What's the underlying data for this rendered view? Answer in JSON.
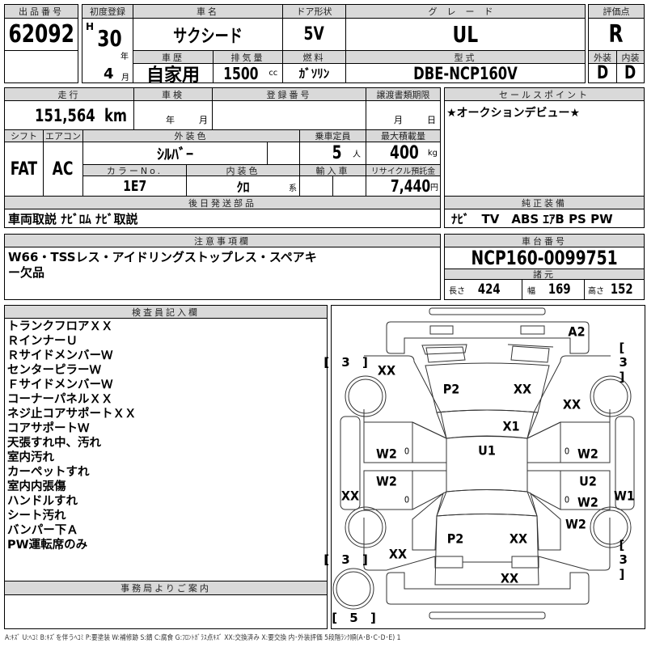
{
  "lot": {
    "label": "出品番号",
    "value": "62092"
  },
  "first_reg": {
    "label": "初度登録",
    "era": "H",
    "year": "30",
    "year_unit": "年",
    "month": "4",
    "month_unit": "月"
  },
  "car_name": {
    "label": "車名",
    "value": "サクシード"
  },
  "doors": {
    "label": "ドア形状",
    "value": "5V"
  },
  "grade": {
    "label": "グレード",
    "value": "UL"
  },
  "history": {
    "label": "車歴",
    "value": "自家用"
  },
  "displacement": {
    "label": "排気量",
    "value": "1500",
    "unit": "cc"
  },
  "fuel": {
    "label": "燃料",
    "value": "ｶﾞｿﾘﾝ"
  },
  "model_code": {
    "label": "型式",
    "value": "DBE-NCP160V"
  },
  "score": {
    "label": "評価点",
    "value": "R",
    "exterior_label": "外装",
    "interior_label": "内装",
    "exterior": "D",
    "interior": "D"
  },
  "mileage": {
    "label": "走行",
    "value": "151,564",
    "unit": "km"
  },
  "inspection": {
    "label": "車検",
    "year_unit": "年",
    "month_unit": "月"
  },
  "reg_number": {
    "label": "登録番号"
  },
  "transfer_deadline": {
    "label": "譲渡書類期限",
    "month_unit": "月",
    "day_unit": "日"
  },
  "shift": {
    "label": "シフト",
    "value": "FAT"
  },
  "aircon": {
    "label": "エアコン",
    "value": "AC"
  },
  "ext_color": {
    "label": "外装色",
    "value": "ｼﾙﾊﾞｰ"
  },
  "capacity": {
    "label": "乗車定員",
    "value": "5",
    "unit": "人"
  },
  "max_load": {
    "label": "最大積載量",
    "value": "400",
    "unit": "kg"
  },
  "color_no": {
    "label": "カラーNo.",
    "value": "1E7"
  },
  "int_color": {
    "label": "内装色",
    "value": "ｸﾛ",
    "suffix": "系"
  },
  "import": {
    "label": "輸入車"
  },
  "recycle": {
    "label": "リサイクル預託金",
    "value": "7,440",
    "unit": "円"
  },
  "later_parts": {
    "label": "後日発送部品",
    "value": "車両取説 ﾅﾋﾞﾛﾑ ﾅﾋﾞ取説"
  },
  "sales_point": {
    "label": "セールスポイント",
    "value": "★オークションデビュー★"
  },
  "equipment": {
    "label": "純正装備",
    "value": "ﾅﾋﾞ　TV　ABS ｴｱB PS PW"
  },
  "notes": {
    "label": "注意事項欄",
    "line1": "W66・TSSレス・アイドリングストップレス・スペアキ",
    "line2": "ー欠品"
  },
  "chassis": {
    "label": "車台番号",
    "value": "NCP160-0099751"
  },
  "specs": {
    "label": "諸元",
    "length_label": "長さ",
    "length": "424",
    "width_label": "幅",
    "width": "169",
    "height_label": "高さ",
    "height": "152"
  },
  "inspector": {
    "label": "検査員記入欄",
    "items": [
      "トランクフロアＸＸ",
      "ＲインナーＵ",
      "ＲサイドメンバーＷ",
      "センターピラーＷ",
      "ＦサイドメンバーＷ",
      "コーナーパネルＸＸ",
      "ネジ止コアサポートＸＸ",
      "コアサポートＷ",
      "天張すれ中、汚れ",
      "室内汚れ",
      "カーペットすれ",
      "室内内張傷",
      "ハンドルすれ",
      "シート汚れ",
      "バンパー下Ａ",
      "PW運転席のみ"
    ]
  },
  "office": {
    "label": "事務局よりご案内"
  },
  "diagram": {
    "tires": {
      "front_left": "[ 3 ]",
      "front_right": "[ 3 ]",
      "rear_left": "[ 3 ]",
      "rear_right": "[ 3 ]",
      "spare": "[ 5 ]"
    },
    "marks": {
      "front_bumper": "A2",
      "front_left_fender": "XX",
      "hood_left": "P2",
      "hood_right": "XX",
      "front_right_fender": "XX",
      "cowl": "X1",
      "roof": "U1",
      "front_left_door": "W2",
      "front_right_door": "W2",
      "rear_left_door": "W2",
      "rear_right_door_1": "U2",
      "rear_right_door_2": "W2",
      "left_sill": "XX",
      "right_sill": "W1",
      "rear_right_fender": "W2",
      "back_door_left": "P2",
      "back_door_right": "XX",
      "rear_left_fender": "XX",
      "rear_panel": "XX",
      "zero": "0"
    }
  },
  "legend": "A:ｷｽﾞ  U:ﾍｺﾐ  B:ｷｽﾞを伴うﾍｺﾐ  P:要塗装  W:補修跡  S:錆  C:腐食  G:ﾌﾛﾝﾄｶﾞﾗｽ点ｷｽﾞ  XX:交換済み  X:要交換  内･外装評価  5段階ﾗﾝｸ順(A･B･C･D･E) 1"
}
